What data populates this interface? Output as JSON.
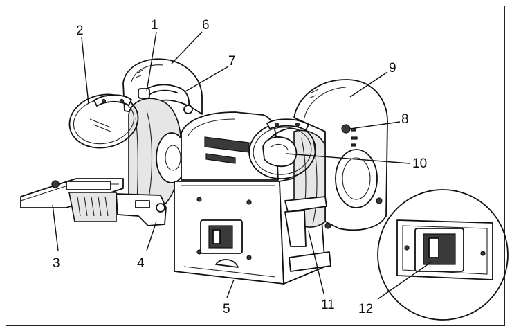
{
  "callouts": {
    "n1": "1",
    "n2": "2",
    "n3": "3",
    "n4": "4",
    "n5": "5",
    "n6": "6",
    "n7": "7",
    "n8": "8",
    "n9": "9",
    "n10": "10",
    "n11": "11",
    "n12": "12"
  },
  "colors": {
    "line": "#111111",
    "background": "#ffffff",
    "shade": "#e6e6e6"
  }
}
